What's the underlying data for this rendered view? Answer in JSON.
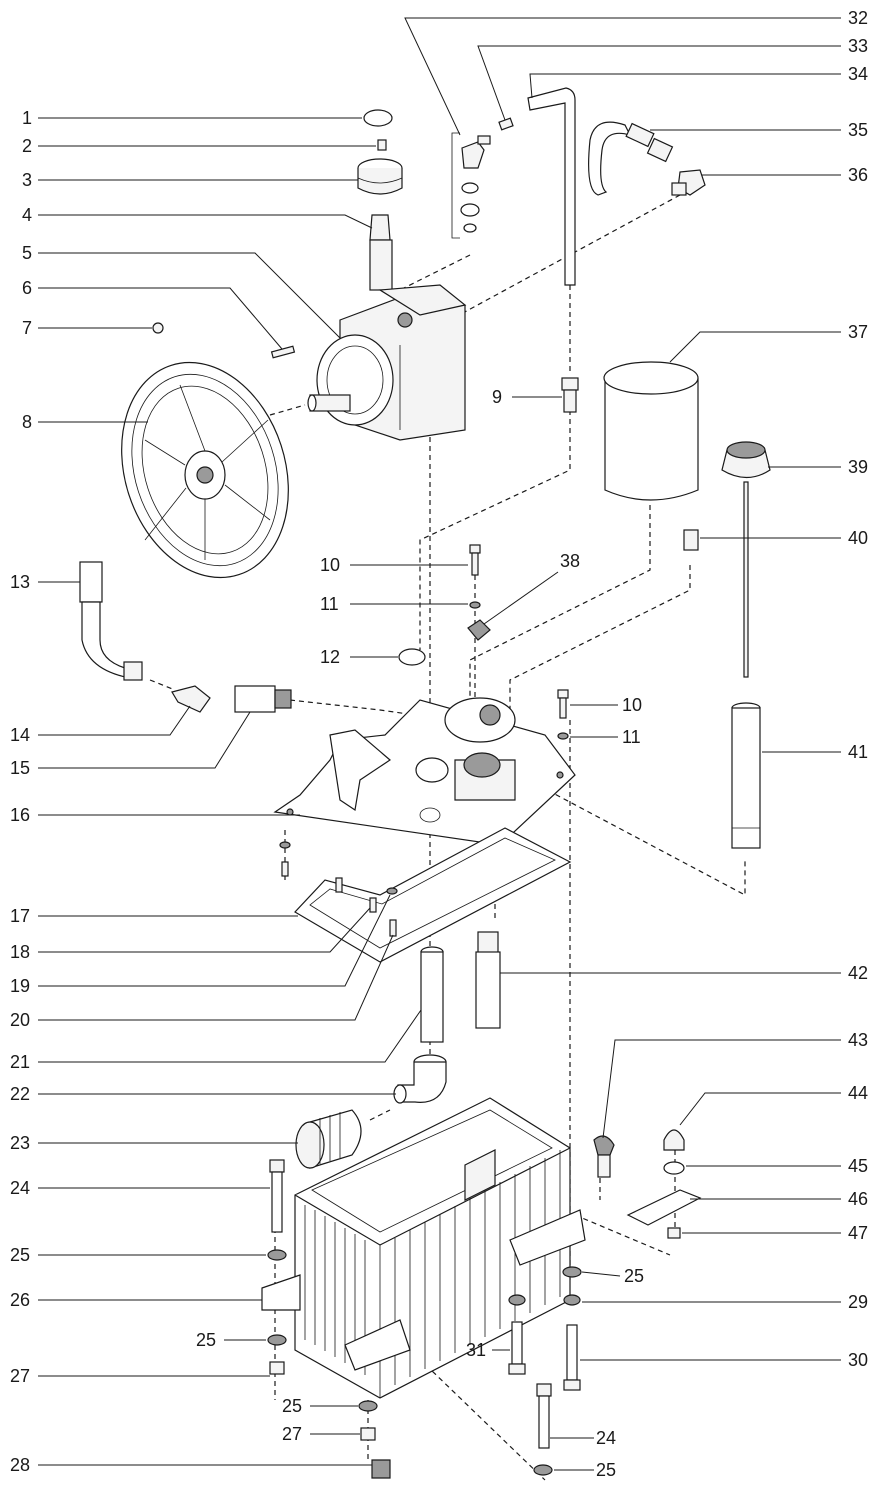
{
  "diagram": {
    "labels": [
      "1",
      "2",
      "3",
      "4",
      "5",
      "6",
      "7",
      "8",
      "9",
      "10",
      "11",
      "12",
      "13",
      "14",
      "15",
      "16",
      "17",
      "18",
      "19",
      "20",
      "21",
      "22",
      "23",
      "24",
      "25",
      "26",
      "27",
      "28",
      "29",
      "30",
      "31",
      "32",
      "33",
      "34",
      "35",
      "36",
      "37",
      "38",
      "39",
      "40",
      "41",
      "42",
      "43",
      "44",
      "45",
      "46",
      "47",
      "10",
      "11",
      "25",
      "25",
      "25",
      "27",
      "24",
      "25"
    ]
  }
}
